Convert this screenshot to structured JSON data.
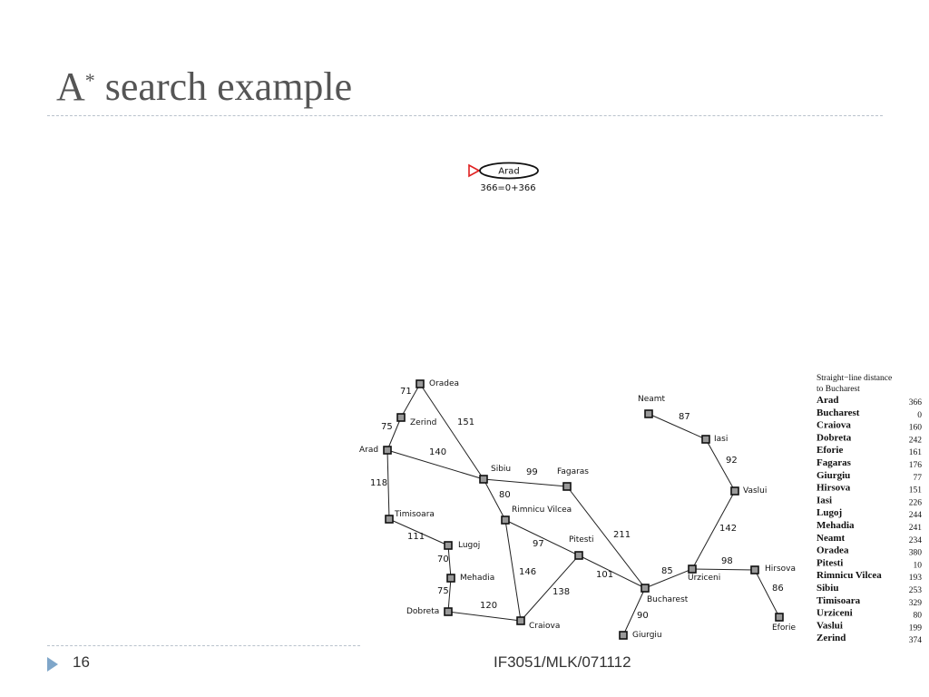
{
  "slide": {
    "title": "A",
    "title_sup": "*",
    "title_rest": " search example",
    "page_number": "16",
    "footer": "IF3051/MLK/071112",
    "accent_color": "#7fa6c9"
  },
  "tree": {
    "root_label": "Arad",
    "root_f": "366=0+366",
    "marker_color": "#e02020"
  },
  "map": {
    "cities": [
      {
        "id": "oradea",
        "name": "Oradea"
      },
      {
        "id": "zerind",
        "name": "Zerind"
      },
      {
        "id": "arad",
        "name": "Arad"
      },
      {
        "id": "timisoara",
        "name": "Timisoara"
      },
      {
        "id": "lugoj",
        "name": "Lugoj"
      },
      {
        "id": "mehadia",
        "name": "Mehadia"
      },
      {
        "id": "dobreta",
        "name": "Dobreta"
      },
      {
        "id": "craiova",
        "name": "Craiova"
      },
      {
        "id": "sibiu",
        "name": "Sibiu"
      },
      {
        "id": "fagaras",
        "name": "Fagaras"
      },
      {
        "id": "rimnicu",
        "name": "Rimnicu Vilcea"
      },
      {
        "id": "pitesti",
        "name": "Pitesti"
      },
      {
        "id": "bucharest",
        "name": "Bucharest"
      },
      {
        "id": "giurgiu",
        "name": "Giurgiu"
      },
      {
        "id": "urziceni",
        "name": "Urziceni"
      },
      {
        "id": "hirsova",
        "name": "Hirsova"
      },
      {
        "id": "eforie",
        "name": "Eforie"
      },
      {
        "id": "vaslui",
        "name": "Vaslui"
      },
      {
        "id": "iasi",
        "name": "Iasi"
      },
      {
        "id": "neamt",
        "name": "Neamt"
      }
    ],
    "roads": [
      {
        "from": "oradea",
        "to": "zerind",
        "dist": "71"
      },
      {
        "from": "zerind",
        "to": "arad",
        "dist": "75"
      },
      {
        "from": "oradea",
        "to": "sibiu",
        "dist": "151"
      },
      {
        "from": "arad",
        "to": "sibiu",
        "dist": "140"
      },
      {
        "from": "arad",
        "to": "timisoara",
        "dist": "118"
      },
      {
        "from": "timisoara",
        "to": "lugoj",
        "dist": "111"
      },
      {
        "from": "lugoj",
        "to": "mehadia",
        "dist": "70"
      },
      {
        "from": "mehadia",
        "to": "dobreta",
        "dist": "75"
      },
      {
        "from": "dobreta",
        "to": "craiova",
        "dist": "120"
      },
      {
        "from": "sibiu",
        "to": "fagaras",
        "dist": "99"
      },
      {
        "from": "sibiu",
        "to": "rimnicu",
        "dist": "80"
      },
      {
        "from": "rimnicu",
        "to": "pitesti",
        "dist": "97"
      },
      {
        "from": "rimnicu",
        "to": "craiova",
        "dist": "146"
      },
      {
        "from": "craiova",
        "to": "pitesti",
        "dist": "138"
      },
      {
        "from": "fagaras",
        "to": "bucharest",
        "dist": "211"
      },
      {
        "from": "pitesti",
        "to": "bucharest",
        "dist": "101"
      },
      {
        "from": "bucharest",
        "to": "giurgiu",
        "dist": "90"
      },
      {
        "from": "bucharest",
        "to": "urziceni",
        "dist": "85"
      },
      {
        "from": "urziceni",
        "to": "hirsova",
        "dist": "98"
      },
      {
        "from": "hirsova",
        "to": "eforie",
        "dist": "86"
      },
      {
        "from": "urziceni",
        "to": "vaslui",
        "dist": "142"
      },
      {
        "from": "vaslui",
        "to": "iasi",
        "dist": "92"
      },
      {
        "from": "iasi",
        "to": "neamt",
        "dist": "87"
      }
    ]
  },
  "sld_table": {
    "title_line1": "Straight−line distance",
    "title_line2": "to Bucharest",
    "rows": [
      {
        "city": "Arad",
        "value": "366"
      },
      {
        "city": "Bucharest",
        "value": "0"
      },
      {
        "city": "Craiova",
        "value": "160"
      },
      {
        "city": "Dobreta",
        "value": "242"
      },
      {
        "city": "Eforie",
        "value": "161"
      },
      {
        "city": "Fagaras",
        "value": "176"
      },
      {
        "city": "Giurgiu",
        "value": "77"
      },
      {
        "city": "Hirsova",
        "value": "151"
      },
      {
        "city": "Iasi",
        "value": "226"
      },
      {
        "city": "Lugoj",
        "value": "244"
      },
      {
        "city": "Mehadia",
        "value": "241"
      },
      {
        "city": "Neamt",
        "value": "234"
      },
      {
        "city": "Oradea",
        "value": "380"
      },
      {
        "city": "Pitesti",
        "value": "10"
      },
      {
        "city": "Rimnicu Vilcea",
        "value": "193"
      },
      {
        "city": "Sibiu",
        "value": "253"
      },
      {
        "city": "Timisoara",
        "value": "329"
      },
      {
        "city": "Urziceni",
        "value": "80"
      },
      {
        "city": "Vaslui",
        "value": "199"
      },
      {
        "city": "Zerind",
        "value": "374"
      }
    ]
  }
}
